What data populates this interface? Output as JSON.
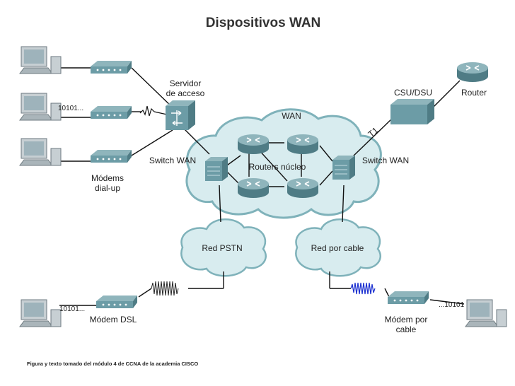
{
  "title": "Dispositivos WAN",
  "labels": {
    "access_server": [
      "Servidor",
      "de acceso"
    ],
    "csu_dsu": "CSU/DSU",
    "router": "Router",
    "wan_cloud": "WAN",
    "t1": "T1",
    "switch_wan_left": "Switch WAN",
    "switch_wan_right": "Switch WAN",
    "core_routers": "Routers núcleo",
    "dialup_modems": [
      "Módems",
      "dial-up"
    ],
    "pstn_cloud": "Red PSTN",
    "cable_cloud": "Red por cable",
    "dsl_modem": "Módem DSL",
    "cable_modem": [
      "Módem por",
      "cable"
    ],
    "bits_top": "10101...",
    "bits_dsl": "10101...",
    "bits_cable": "...10101"
  },
  "caption": "Figura y texto tomado del módulo 4 de CCNA de la academia CISCO",
  "colors": {
    "device": "#6c9ca6",
    "cloud": "#d8ecef",
    "cloud_edge": "#7fb2ba",
    "signal_dsl": "#222222",
    "signal_cable": "#1a2fd0"
  }
}
